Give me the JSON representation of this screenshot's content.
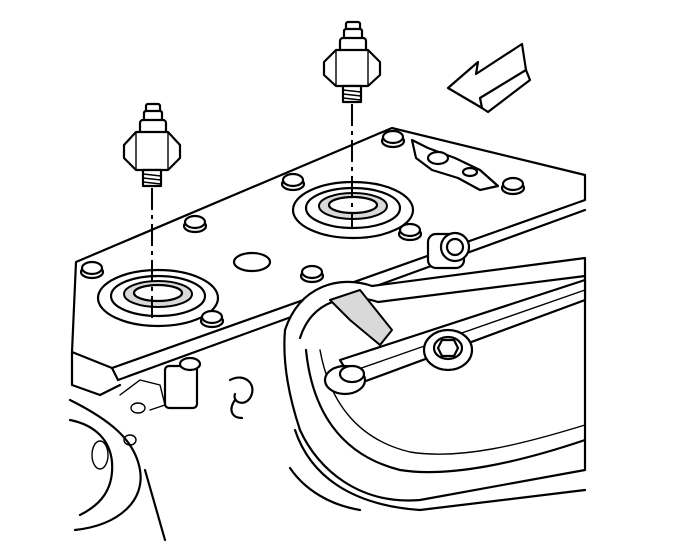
{
  "figure": {
    "kind": "engine-line-drawing",
    "parts": [
      "knock-sensor-left",
      "knock-sensor-right",
      "sensor-bores",
      "intake-manifold-cover",
      "fuel-rail",
      "direction-arrow"
    ],
    "colors": {
      "line": "#000000",
      "paper": "#ffffff",
      "shade": "#d9d9d9"
    },
    "icons": [
      "direction-arrow-icon"
    ]
  }
}
